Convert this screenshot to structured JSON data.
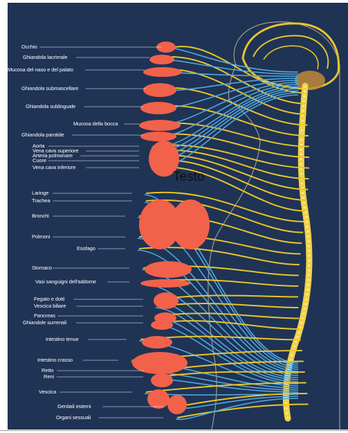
{
  "overlay_text": "Testo",
  "colors": {
    "background": "#1f3355",
    "nerve_sympathetic": "#e9c52b",
    "nerve_parasympathetic": "#4fa8e0",
    "organ": "#f2614a",
    "spine": "#f0d24a"
  },
  "labels": [
    "Occhio",
    "Ghiandola lacrimale",
    "Mucosa del naso e del palato",
    "Ghiandola submascellare",
    "Ghiandola sublinguale",
    "Mucosa della bocca",
    "Ghiandola parotide",
    "Aorta",
    "Vena cava superiore",
    "Arteria polmonare",
    "Cuore",
    "Vena cava inferiore",
    "Laringe",
    "Trachea",
    "Bronchi",
    "Polmoni",
    "Esofago",
    "Stomaco",
    "Vasi sanguigni dell'addome",
    "Fegato e dotti",
    "Vescica biliare",
    "Pancreas",
    "Ghiandole surrenali",
    "Intestino tenue",
    "Intestino crasso",
    "Retto",
    "Reni",
    "Vescica",
    "Genitali esterni",
    "Organi sessuali"
  ]
}
